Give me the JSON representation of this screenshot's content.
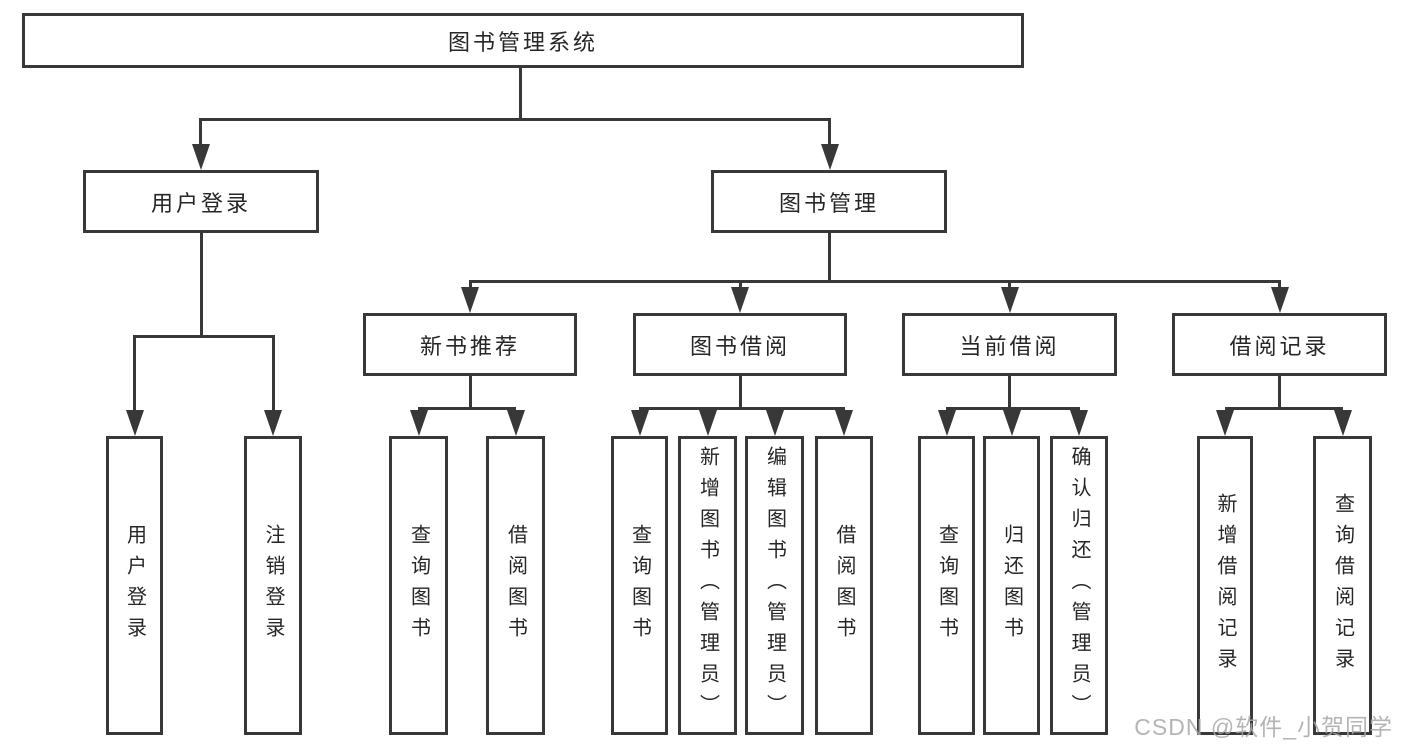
{
  "diagram": {
    "type": "tree",
    "title": "图书管理系统",
    "watermark": "CSDN @软件_小贺同学",
    "colors": {
      "line": "#383838",
      "text": "#262626",
      "background": "#ffffff",
      "watermark": "#a8a8a8"
    },
    "root": {
      "label": "图书管理系统"
    },
    "level2": [
      {
        "id": "user-login",
        "label": "用户登录",
        "children": [
          "用户登录",
          "注销登录"
        ]
      },
      {
        "id": "book-management",
        "label": "图书管理"
      }
    ],
    "level3": [
      {
        "id": "new-book-recommend",
        "label": "新书推荐",
        "children": [
          "查询图书",
          "借阅图书"
        ]
      },
      {
        "id": "book-borrowing",
        "label": "图书借阅",
        "children": [
          "查询图书",
          "新增图书（管理员）",
          "编辑图书（管理员）",
          "借阅图书"
        ]
      },
      {
        "id": "current-borrowing",
        "label": "当前借阅",
        "children": [
          "查询图书",
          "归还图书",
          "确认归还（管理员）"
        ]
      },
      {
        "id": "borrowing-records",
        "label": "借阅记录",
        "children": [
          "新增借阅记录",
          "查询借阅记录"
        ]
      }
    ]
  }
}
